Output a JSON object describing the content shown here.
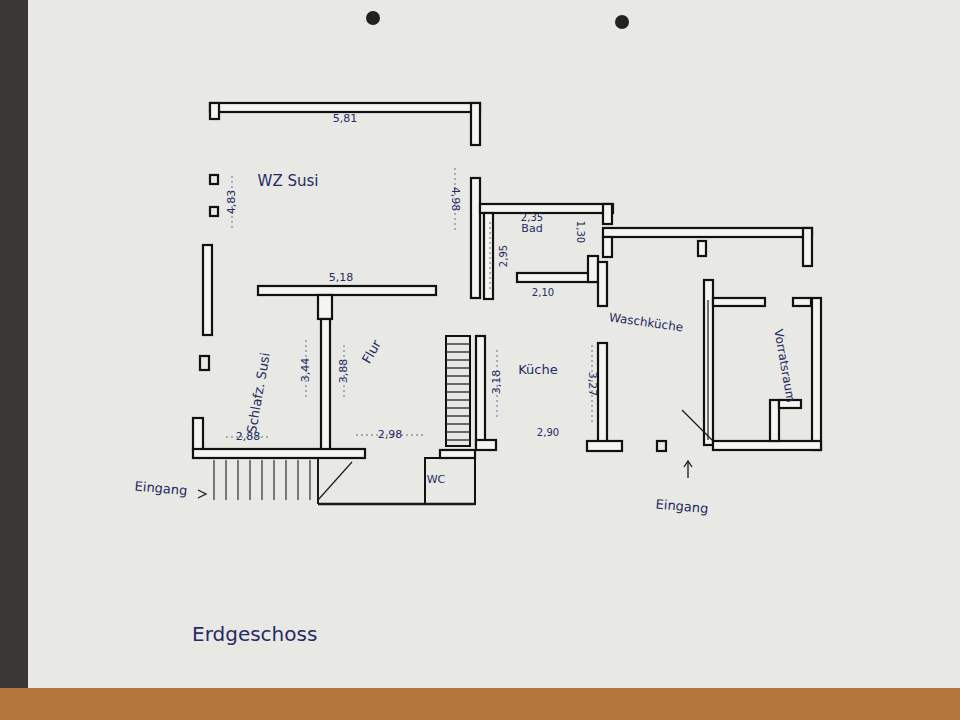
{
  "diagram": {
    "caption": "Erdgeschoss",
    "labels": [
      "5,81",
      "WZ Susi",
      "4,83",
      "4,98",
      "2,35",
      "Bad",
      "2,95",
      "1,30",
      "2,10",
      "5,18",
      "3,44",
      "3,88",
      "Flur",
      "Schlafz. Susi",
      "2,88",
      "2,98",
      "3,18",
      "Küche",
      "3,27",
      "2,90",
      "Waschküche",
      "Vorratsraum",
      "WC",
      "Eingang",
      "Eingang"
    ]
  }
}
